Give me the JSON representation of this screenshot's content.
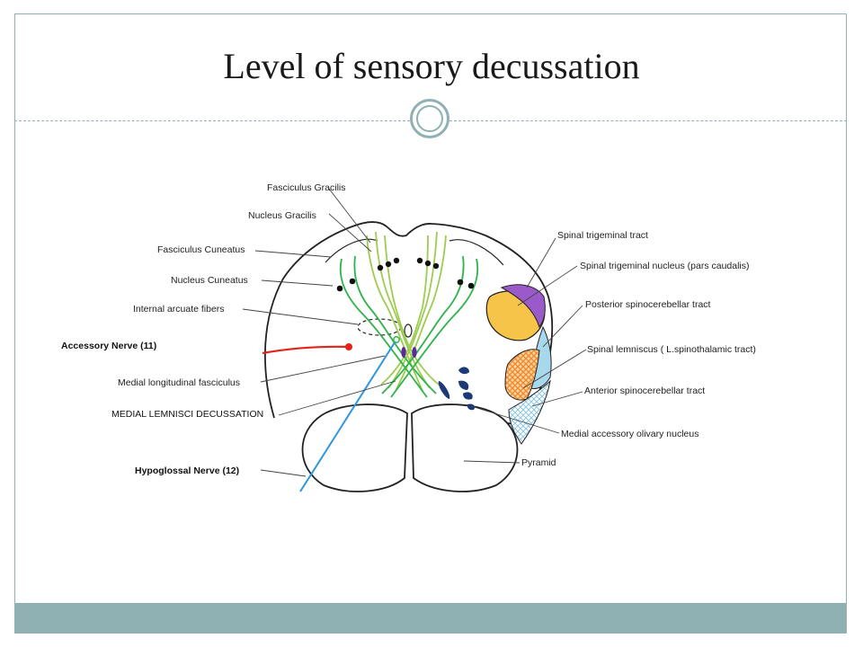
{
  "title": "Level of sensory decussation",
  "labels": {
    "fasciculus_gracilis": "Fasciculus Gracilis",
    "nucleus_gracilis": "Nucleus Gracilis",
    "fasciculus_cuneatus": "Fasciculus Cuneatus",
    "nucleus_cuneatus": "Nucleus Cuneatus",
    "internal_arcuate_fibers": "Internal arcuate fibers",
    "accessory_nerve": "Accessory Nerve (11)",
    "medial_longitudinal_fasciculus": "Medial longitudinal fasciculus",
    "medial_lemnisci_decussation": "MEDIAL LEMNISCI DECUSSATION",
    "hypoglossal_nerve": "Hypoglossal Nerve (12)",
    "spinal_trigeminal_tract": "Spinal trigeminal tract",
    "spinal_trigeminal_nucleus": "Spinal trigeminal nucleus (pars caudalis)",
    "posterior_spinocerebellar_tract": "Posterior spinocerebellar tract",
    "spinal_lemniscus": "Spinal lemniscus ( L.spinothalamic tract)",
    "anterior_spinocerebellar_tract": "Anterior spinocerebellar tract",
    "medial_accessory_olivary_nucleus": "Medial accessory olivary nucleus",
    "pyramid": "Pyramid"
  },
  "colors": {
    "theme": "#8fb1b4",
    "fibers_dark": "#2eb34a",
    "fibers_light": "#9ccc50",
    "accessory_nerve": "#e3241b",
    "hypoglossal_nerve": "#2e97dd",
    "trigeminal_tract": "#9b59c9",
    "trigeminal_nucleus": "#f7c44a",
    "posterior_spinocerebellar": "#a8d8ec",
    "spinal_lemniscus": "#f08a2c",
    "olivary_nucleus": "#1c3a78"
  }
}
